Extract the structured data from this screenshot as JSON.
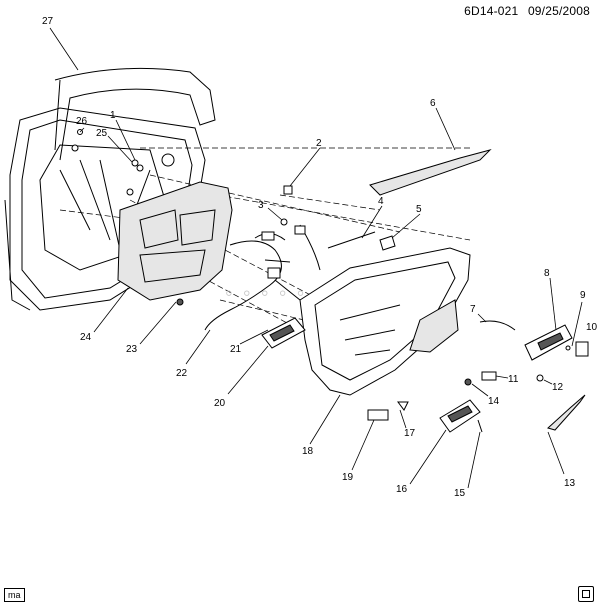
{
  "header": {
    "code": "6D14-021",
    "date": "09/25/2008"
  },
  "footer": {
    "badge": "ma",
    "icon": "vehicle-icon"
  },
  "callouts": [
    {
      "id": "c1",
      "label": "1"
    },
    {
      "id": "c2",
      "label": "2"
    },
    {
      "id": "c3",
      "label": "3"
    },
    {
      "id": "c4",
      "label": "4"
    },
    {
      "id": "c5",
      "label": "5"
    },
    {
      "id": "c6",
      "label": "6"
    },
    {
      "id": "c7",
      "label": "7"
    },
    {
      "id": "c8",
      "label": "8"
    },
    {
      "id": "c9",
      "label": "9"
    },
    {
      "id": "c10",
      "label": "10"
    },
    {
      "id": "c11",
      "label": "11"
    },
    {
      "id": "c12",
      "label": "12"
    },
    {
      "id": "c13",
      "label": "13"
    },
    {
      "id": "c14",
      "label": "14"
    },
    {
      "id": "c15",
      "label": "15"
    },
    {
      "id": "c16",
      "label": "16"
    },
    {
      "id": "c17",
      "label": "17"
    },
    {
      "id": "c18",
      "label": "18"
    },
    {
      "id": "c19",
      "label": "19"
    },
    {
      "id": "c20",
      "label": "20"
    },
    {
      "id": "c21",
      "label": "21"
    },
    {
      "id": "c22",
      "label": "22"
    },
    {
      "id": "c23",
      "label": "23"
    },
    {
      "id": "c24",
      "label": "24"
    },
    {
      "id": "c25",
      "label": "25"
    },
    {
      "id": "c26",
      "label": "26"
    },
    {
      "id": "c27",
      "label": "27"
    }
  ]
}
